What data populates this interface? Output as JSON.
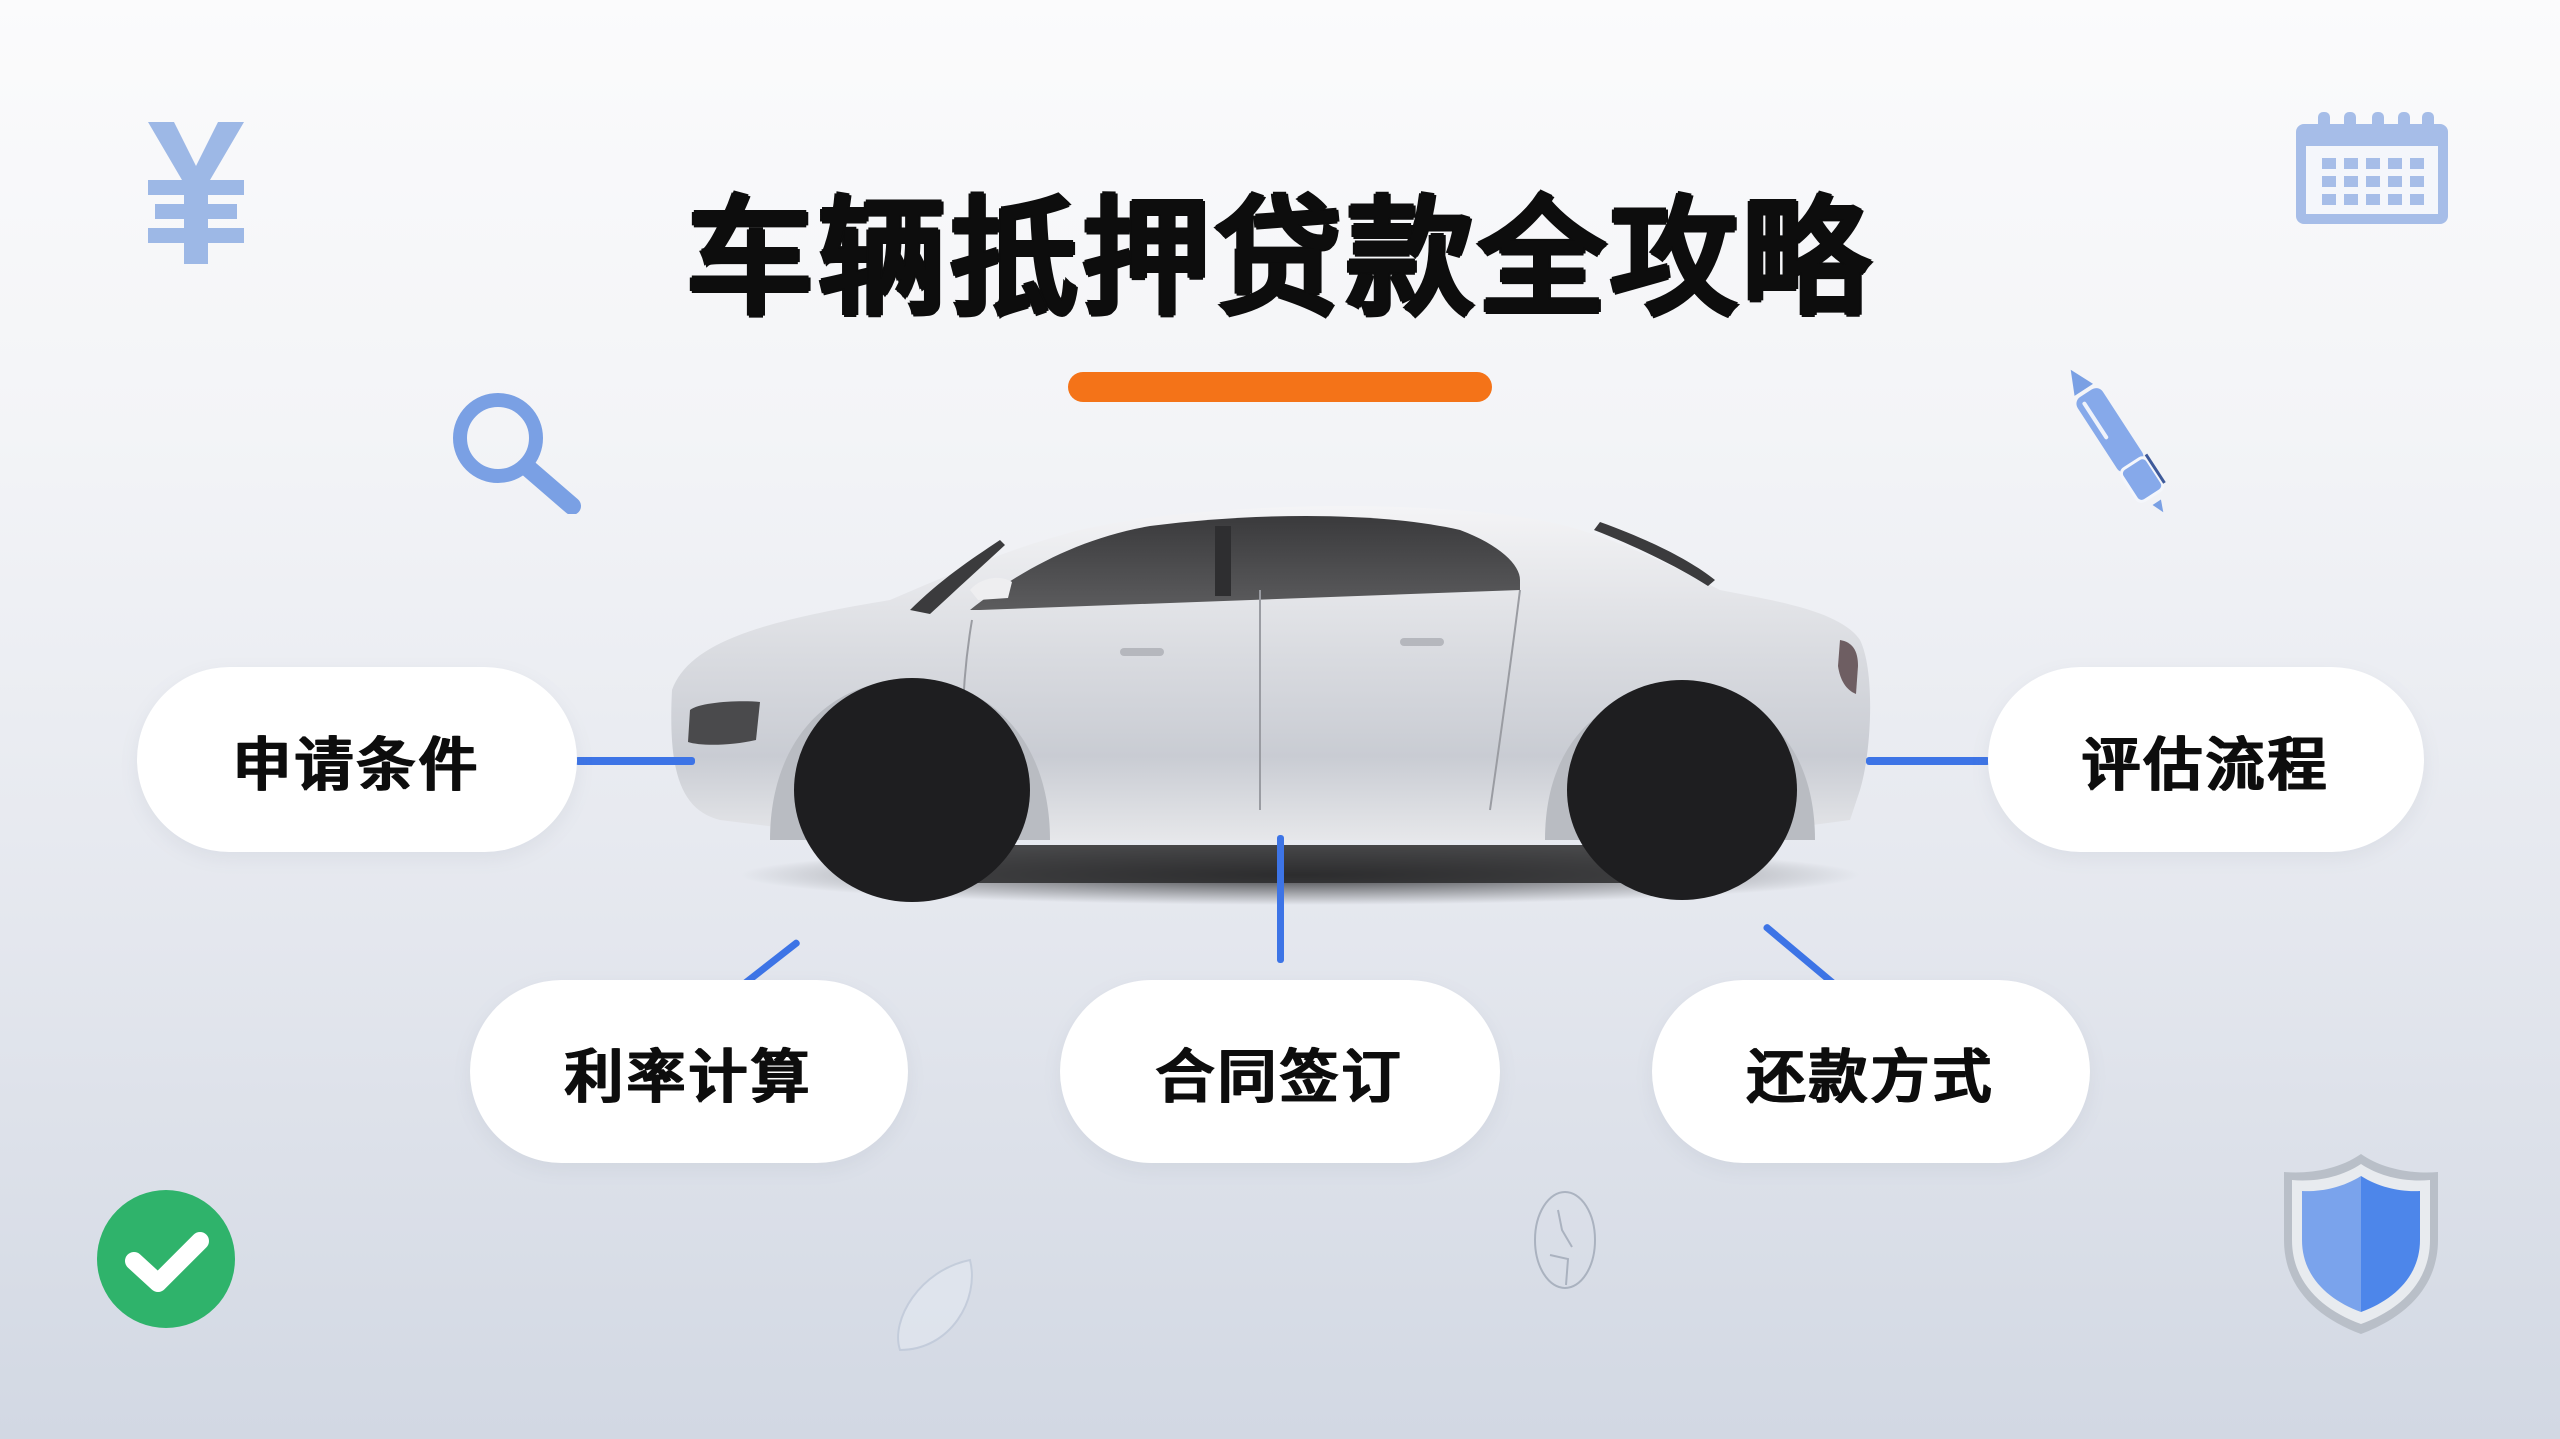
{
  "title": "车辆抵押贷款全攻略",
  "accent_color": "#f47318",
  "connector_color": "#3d74e6",
  "icon_color": "#8fb0ea",
  "labels": {
    "application_conditions": "申请条件",
    "evaluation_process": "评估流程",
    "interest_calculation": "利率计算",
    "contract_signing": "合同签订",
    "repayment_methods": "还款方式"
  },
  "decorations": [
    {
      "name": "yen-icon",
      "position": "top-left"
    },
    {
      "name": "calendar-icon",
      "position": "top-right"
    },
    {
      "name": "magnifier-icon",
      "position": "upper-left"
    },
    {
      "name": "pen-icon",
      "position": "upper-right"
    },
    {
      "name": "checkmark-icon",
      "position": "bottom-left",
      "color": "#2fb36b"
    },
    {
      "name": "shield-icon",
      "position": "bottom-right",
      "color": "#4d86ea"
    }
  ]
}
